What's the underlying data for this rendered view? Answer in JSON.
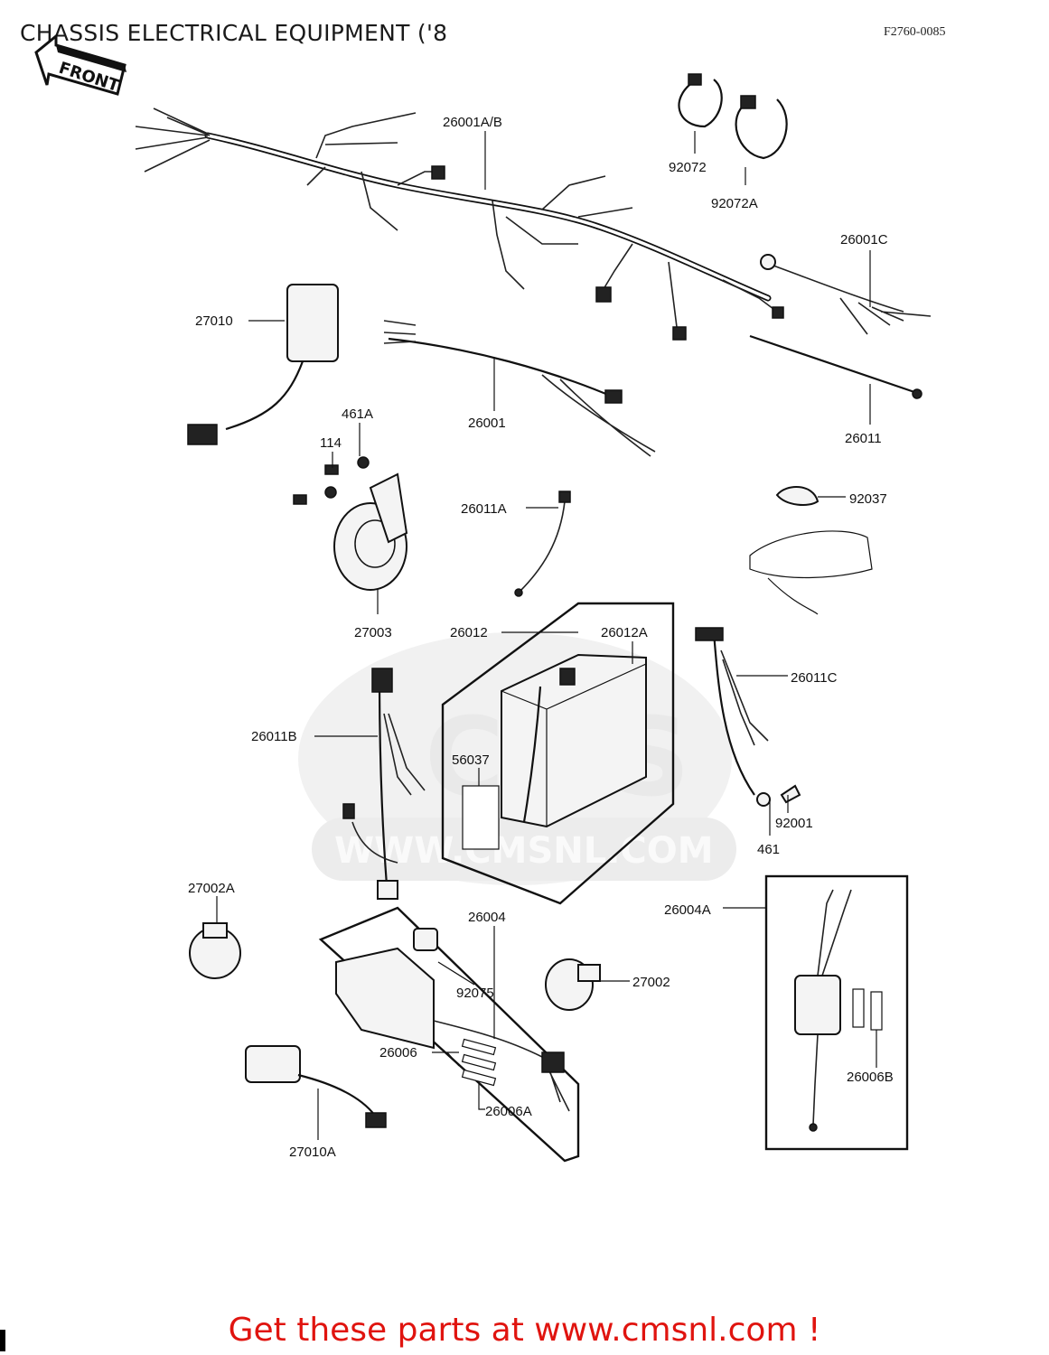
{
  "header": {
    "title": "CHASSIS ELECTRICAL EQUIPMENT ('8",
    "diagram_code": "F2760-0085"
  },
  "front_arrow": {
    "label": "FRONT"
  },
  "watermark": {
    "line1": "CMS",
    "line2": "WWW.CMSNL.COM"
  },
  "parts": [
    {
      "id": "26001ab",
      "number": "26001A/B"
    },
    {
      "id": "92072",
      "number": "92072"
    },
    {
      "id": "92072a",
      "number": "92072A"
    },
    {
      "id": "26001c",
      "number": "26001C"
    },
    {
      "id": "27010",
      "number": "27010"
    },
    {
      "id": "26001",
      "number": "26001"
    },
    {
      "id": "26011",
      "number": "26011"
    },
    {
      "id": "461a",
      "number": "461A"
    },
    {
      "id": "114",
      "number": "114"
    },
    {
      "id": "26011a",
      "number": "26011A"
    },
    {
      "id": "92037",
      "number": "92037"
    },
    {
      "id": "27003",
      "number": "27003"
    },
    {
      "id": "26012",
      "number": "26012"
    },
    {
      "id": "26012a",
      "number": "26012A"
    },
    {
      "id": "26011c",
      "number": "26011C"
    },
    {
      "id": "26011b",
      "number": "26011B"
    },
    {
      "id": "56037",
      "number": "56037"
    },
    {
      "id": "92001",
      "number": "92001"
    },
    {
      "id": "461",
      "number": "461"
    },
    {
      "id": "27002a",
      "number": "27002A"
    },
    {
      "id": "26004",
      "number": "26004"
    },
    {
      "id": "26004a",
      "number": "26004A"
    },
    {
      "id": "92075",
      "number": "92075"
    },
    {
      "id": "27002",
      "number": "27002"
    },
    {
      "id": "26006",
      "number": "26006"
    },
    {
      "id": "26006a",
      "number": "26006A"
    },
    {
      "id": "26006b",
      "number": "26006B"
    },
    {
      "id": "27010a",
      "number": "27010A"
    }
  ],
  "footer": {
    "cta": "Get these parts at www.cmsnl.com !"
  }
}
